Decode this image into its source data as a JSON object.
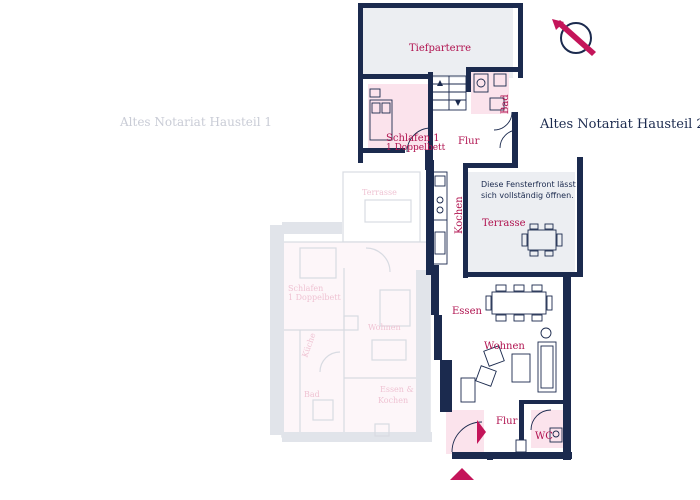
{
  "building_main": "Altes Notariat Hausteil 2",
  "building_faded": "Altes Notariat Hausteil 1",
  "note": [
    "Diese Fensterfront lässt",
    "sich vollständig öffnen."
  ],
  "rooms": {
    "tiefparterre": "Tiefparterre",
    "schlafen": "Schlafen 1",
    "schlafen_sub": "1 Doppelbett",
    "bad": "Bad",
    "flur_top": "Flur",
    "kochen": "Kochen",
    "terrasse": "Terrasse",
    "essen": "Essen",
    "wohnen": "Wohnen",
    "flur_bottom": "Flur",
    "wc": "WC"
  },
  "ghost_rooms": {
    "terrasse": "Terrasse",
    "schlafen": "Schlafen",
    "schlafen_sub": "1 Doppelbett",
    "kueche": "Küche",
    "wohnen": "Wohnen",
    "essen_kochen_1": "Essen &",
    "essen_kochen_2": "Kochen",
    "bad": "Bad"
  },
  "colors": {
    "wall": "#1b2a4e",
    "accent": "#c4155a",
    "pink_fill": "#fbe3ec",
    "ghost": "#d8dbe2"
  },
  "icons": {
    "compass": "compass-icon",
    "entry": "entrance-arrow-icon"
  }
}
